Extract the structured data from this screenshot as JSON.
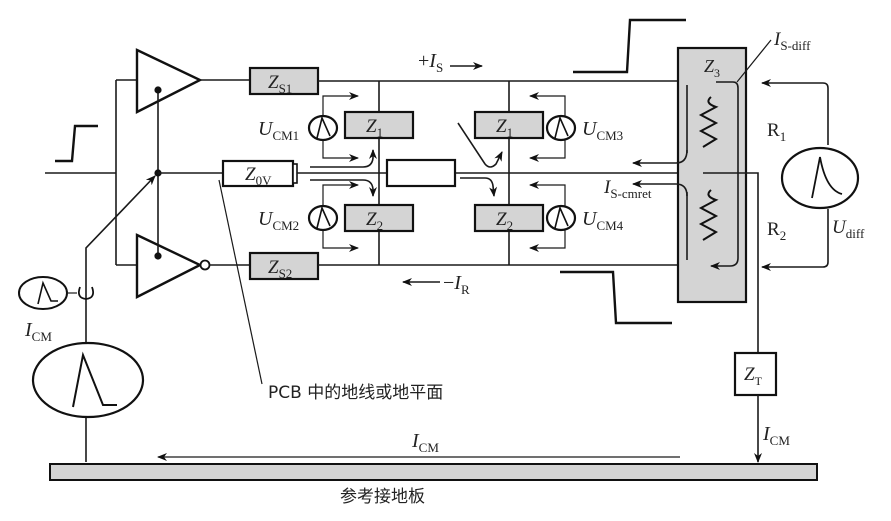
{
  "diagram": {
    "title": "Common-mode and differential-mode current paths from PCB signal lines to reference ground plane",
    "components": {
      "zs1": {
        "main": "Z",
        "sub": "S1"
      },
      "zs2": {
        "main": "Z",
        "sub": "S2"
      },
      "z0v": {
        "main": "Z",
        "sub": "0V"
      },
      "z1_left": {
        "main": "Z",
        "sub": "1"
      },
      "z1_right": {
        "main": "Z",
        "sub": "1"
      },
      "z2_left": {
        "main": "Z",
        "sub": "2"
      },
      "z2_right": {
        "main": "Z",
        "sub": "2"
      },
      "z3": {
        "main": "Z",
        "sub": "3"
      },
      "zt": {
        "main": "Z",
        "sub": "T"
      }
    },
    "sources": {
      "ucm1": {
        "main": "U",
        "sub": "CM1"
      },
      "ucm2": {
        "main": "U",
        "sub": "CM2"
      },
      "ucm3": {
        "main": "U",
        "sub": "CM3"
      },
      "ucm4": {
        "main": "U",
        "sub": "CM4"
      },
      "udiff": {
        "main": "U",
        "sub": "diff"
      },
      "icm_probe": {
        "main": "I",
        "sub": "CM"
      }
    },
    "currents": {
      "is_plus": {
        "prefix": "+",
        "main": "I",
        "sub": "S"
      },
      "ir_minus": {
        "prefix": "−",
        "main": "I",
        "sub": "R"
      },
      "is_diff": {
        "main": "I",
        "sub": "S-diff"
      },
      "is_cmret": {
        "main": "I",
        "sub": "S-cmret"
      },
      "icm_ground": {
        "main": "I",
        "sub": "CM"
      },
      "icm_right": {
        "main": "I",
        "sub": "CM"
      }
    },
    "resistors": {
      "r1": {
        "main": "R",
        "sub": "1"
      },
      "r2": {
        "main": "R",
        "sub": "2"
      }
    },
    "annotations": {
      "pcb_ground": "PCB 中的地线或地平面",
      "reference_plane": "参考接地板"
    }
  }
}
